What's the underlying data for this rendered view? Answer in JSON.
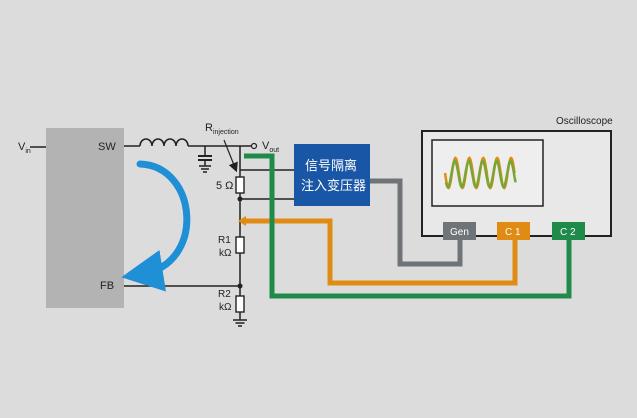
{
  "labels": {
    "vin_main": "V",
    "vin_sub": "in",
    "sw": "SW",
    "fb": "FB",
    "rinj_main": "R",
    "rinj_sub": "injection",
    "vout_main": "V",
    "vout_sub": "out",
    "r5": "5 Ω",
    "r1_line1": "R1",
    "r1_line2": "kΩ",
    "r2_line1": "R2",
    "r2_line2": "kΩ",
    "transformer_line1": "信号隔离",
    "transformer_line2": "注入变压器",
    "scope_title": "Oscilloscope",
    "gen": "Gen",
    "c1": "C 1",
    "c2": "C 2"
  },
  "colors": {
    "background": "#dcdcdc",
    "ic_block": "#b3b3b3",
    "feedback_arc": "#1f8fd6",
    "transformer": "#1a56a6",
    "gen_wire": "#6f7478",
    "c1_wire": "#e08c14",
    "c2_wire": "#1f8a4a",
    "wave_green": "#7aa536"
  }
}
